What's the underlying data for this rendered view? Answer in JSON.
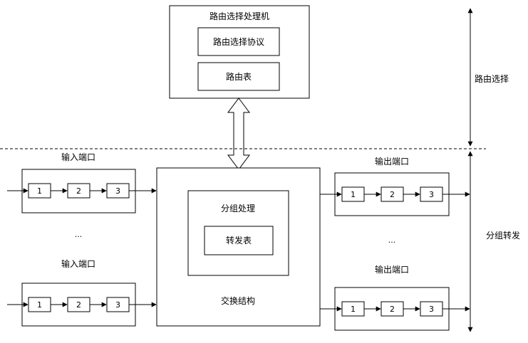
{
  "routing": {
    "processor_title": "路由选择处理机",
    "protocol_label": "路由选择协议",
    "table_label": "路由表",
    "side_label": "路由选择"
  },
  "forwarding": {
    "side_label": "分组转发"
  },
  "switch": {
    "processing_label": "分组处理",
    "forwarding_table_label": "转发表",
    "fabric_label": "交换结构"
  },
  "input_ports": [
    {
      "title": "输入端口",
      "queue": [
        "1",
        "2",
        "3"
      ]
    },
    {
      "title": "输入端口",
      "queue": [
        "1",
        "2",
        "3"
      ]
    }
  ],
  "output_ports": [
    {
      "title": "输出端口",
      "queue": [
        "1",
        "2",
        "3"
      ]
    },
    {
      "title": "输出端口",
      "queue": [
        "1",
        "2",
        "3"
      ]
    }
  ],
  "ellipsis": "..."
}
